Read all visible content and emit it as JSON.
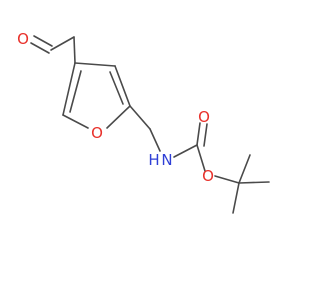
{
  "molecule": {
    "atoms": [
      {
        "id": "O_ald",
        "label": "O",
        "color": "#e8302a"
      },
      {
        "id": "O_ring",
        "label": "O",
        "color": "#e8302a"
      },
      {
        "id": "N",
        "label": "N",
        "color": "#2f3fd6"
      },
      {
        "id": "H_N",
        "label": "H",
        "color": "#2f3fd6"
      },
      {
        "id": "O_carbonyl",
        "label": "O",
        "color": "#e8302a"
      },
      {
        "id": "O_ester",
        "label": "O",
        "color": "#e8302a"
      }
    ],
    "bond_color": "#4a4a4a"
  }
}
